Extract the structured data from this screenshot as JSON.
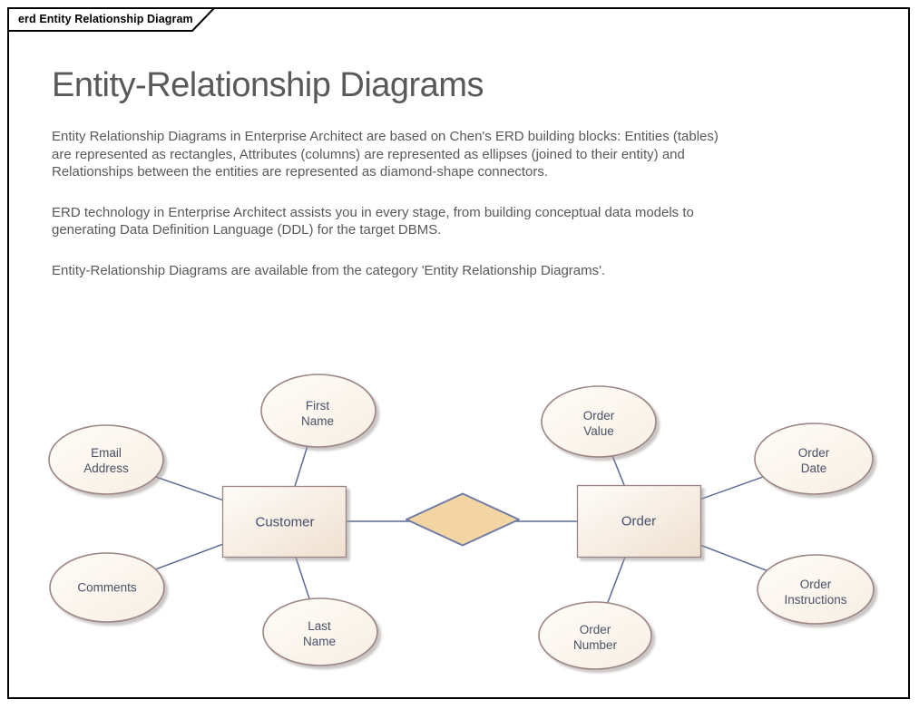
{
  "frame": {
    "tab_label": "erd Entity Relationship Diagram"
  },
  "article": {
    "title": "Entity-Relationship Diagrams",
    "paragraphs": [
      "Entity Relationship Diagrams in Enterprise Architect are based on Chen's ERD building blocks: Entities (tables) are represented as rectangles, Attributes (columns) are represented as ellipses (joined to their entity) and Relationships between the entities are represented as diamond-shape connectors.",
      "ERD technology in Enterprise Architect assists you in every stage, from building conceptual data models to generating Data Definition Language (DDL) for the target DBMS.",
      "Entity-Relationship Diagrams are available from the category 'Entity Relationship Diagrams'."
    ]
  },
  "diagram": {
    "entities": [
      {
        "id": "customer",
        "label": "Customer"
      },
      {
        "id": "order",
        "label": "Order"
      }
    ],
    "relationship": {
      "type": "diamond-connector",
      "between": [
        "Customer",
        "Order"
      ]
    },
    "attributes": [
      {
        "entity": "Customer",
        "label": "Email\nAddress"
      },
      {
        "entity": "Customer",
        "label": "First\nName"
      },
      {
        "entity": "Customer",
        "label": "Comments"
      },
      {
        "entity": "Customer",
        "label": "Last\nName"
      },
      {
        "entity": "Order",
        "label": "Order\nValue"
      },
      {
        "entity": "Order",
        "label": "Order\nDate"
      },
      {
        "entity": "Order",
        "label": "Order\nNumber"
      },
      {
        "entity": "Order",
        "label": "Order\nInstructions"
      }
    ],
    "colors": {
      "entity_fill_start": "#FEFCF9",
      "entity_fill_end": "#F0E0D0",
      "ellipse_fill_start": "#FEFCF8",
      "ellipse_fill_end": "#F8EFE3",
      "shape_border": "#9C8585",
      "diamond_fill": "#F2D5A3",
      "diamond_border": "#6F7CA6",
      "connector_line": "#5C6B96",
      "entity_text": "#44506B",
      "attribute_text": "#4A5166",
      "title_text": "#595959"
    }
  }
}
